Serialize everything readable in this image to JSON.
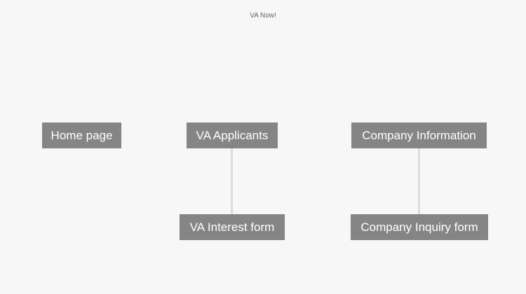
{
  "header": {
    "title": "VA Now!"
  },
  "sitemap": {
    "nodes": {
      "home": "Home page",
      "va_applicants": "VA Applicants",
      "company_information": "Company Information",
      "va_interest_form": "VA Interest form",
      "company_inquiry_form": "Company Inquiry form"
    },
    "links": [
      {
        "from": "VA Applicants",
        "to": "VA Interest form"
      },
      {
        "from": "Company Information",
        "to": "Company Inquiry form"
      }
    ]
  },
  "colors": {
    "background": "#f7f7f7",
    "node_fill": "#858585",
    "node_text": "#ffffff",
    "connector": "#dcdcdc",
    "title_text": "#666666"
  }
}
